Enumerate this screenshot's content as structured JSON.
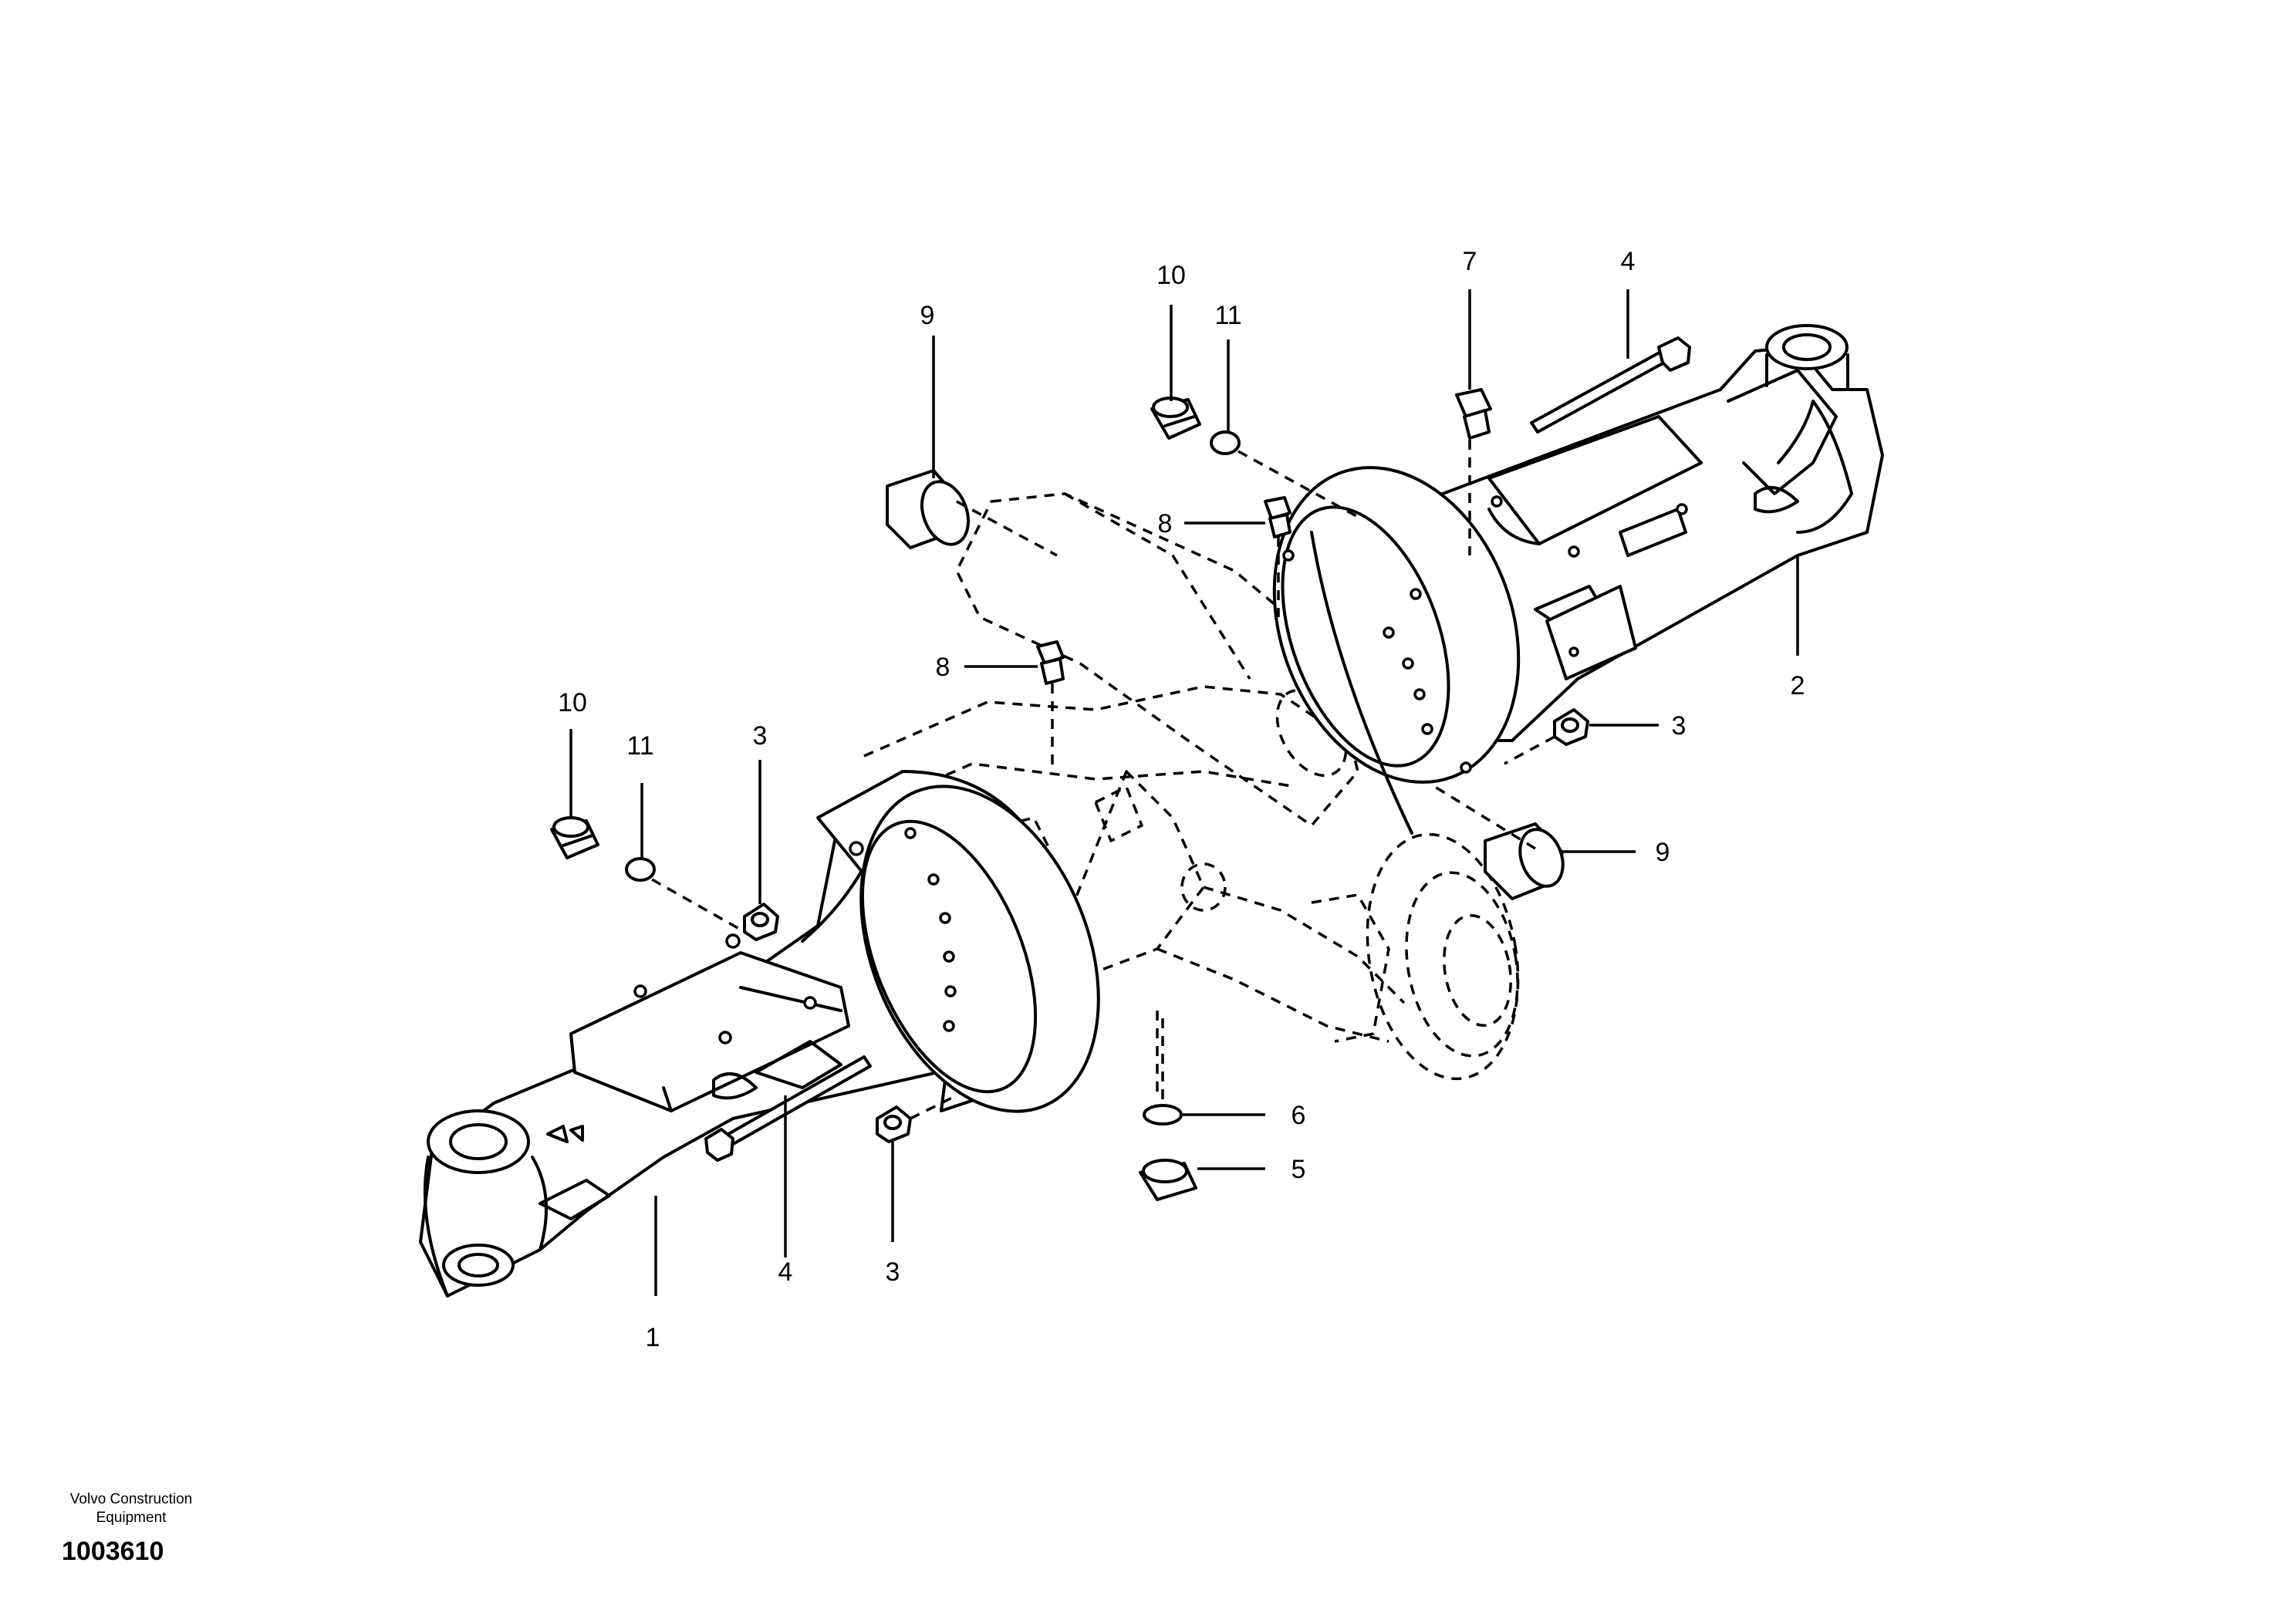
{
  "callouts": [
    {
      "id": "c1",
      "label": "1"
    },
    {
      "id": "c2",
      "label": "2"
    },
    {
      "id": "c3a",
      "label": "3"
    },
    {
      "id": "c3b",
      "label": "3"
    },
    {
      "id": "c3c",
      "label": "3"
    },
    {
      "id": "c4a",
      "label": "4"
    },
    {
      "id": "c4b",
      "label": "4"
    },
    {
      "id": "c5",
      "label": "5"
    },
    {
      "id": "c6",
      "label": "6"
    },
    {
      "id": "c7",
      "label": "7"
    },
    {
      "id": "c8a",
      "label": "8"
    },
    {
      "id": "c8b",
      "label": "8"
    },
    {
      "id": "c9a",
      "label": "9"
    },
    {
      "id": "c9b",
      "label": "9"
    },
    {
      "id": "c10a",
      "label": "10"
    },
    {
      "id": "c10b",
      "label": "10"
    },
    {
      "id": "c11a",
      "label": "11"
    },
    {
      "id": "c11b",
      "label": "11"
    }
  ],
  "footer": {
    "brand_line1": "Volvo Construction",
    "brand_line2": "Equipment",
    "code": "1003610"
  }
}
